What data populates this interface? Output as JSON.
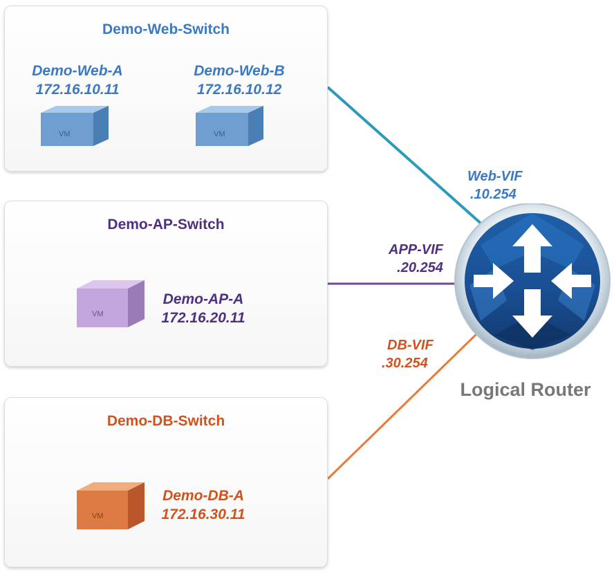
{
  "switches": {
    "web": {
      "name": "Demo-Web-Switch",
      "color": "#3b79c2"
    },
    "ap": {
      "name": "Demo-AP-Switch",
      "color": "#4e2f80"
    },
    "db": {
      "name": "Demo-DB-Switch",
      "color": "#d0521c"
    }
  },
  "vms": {
    "web_a": {
      "name": "Demo-Web-A",
      "ip": "172.16.10.11",
      "icon_text": "VM"
    },
    "web_b": {
      "name": "Demo-Web-B",
      "ip": "172.16.10.12",
      "icon_text": "VM"
    },
    "ap_a": {
      "name": "Demo-AP-A",
      "ip": "172.16.20.11",
      "icon_text": "VM"
    },
    "db_a": {
      "name": "Demo-DB-A",
      "ip": "172.16.30.11",
      "icon_text": "VM"
    }
  },
  "interfaces": {
    "web": {
      "name": "Web-VIF",
      "addr": ".10.254",
      "color": "#2c9bb9"
    },
    "app": {
      "name": "APP-VIF",
      "addr": ".20.254",
      "color": "#6a4c93"
    },
    "db": {
      "name": "DB-VIF",
      "addr": ".30.254",
      "color": "#e87b35"
    }
  },
  "router": {
    "name": "Logical Router",
    "icon": "router-arrows-icon"
  }
}
